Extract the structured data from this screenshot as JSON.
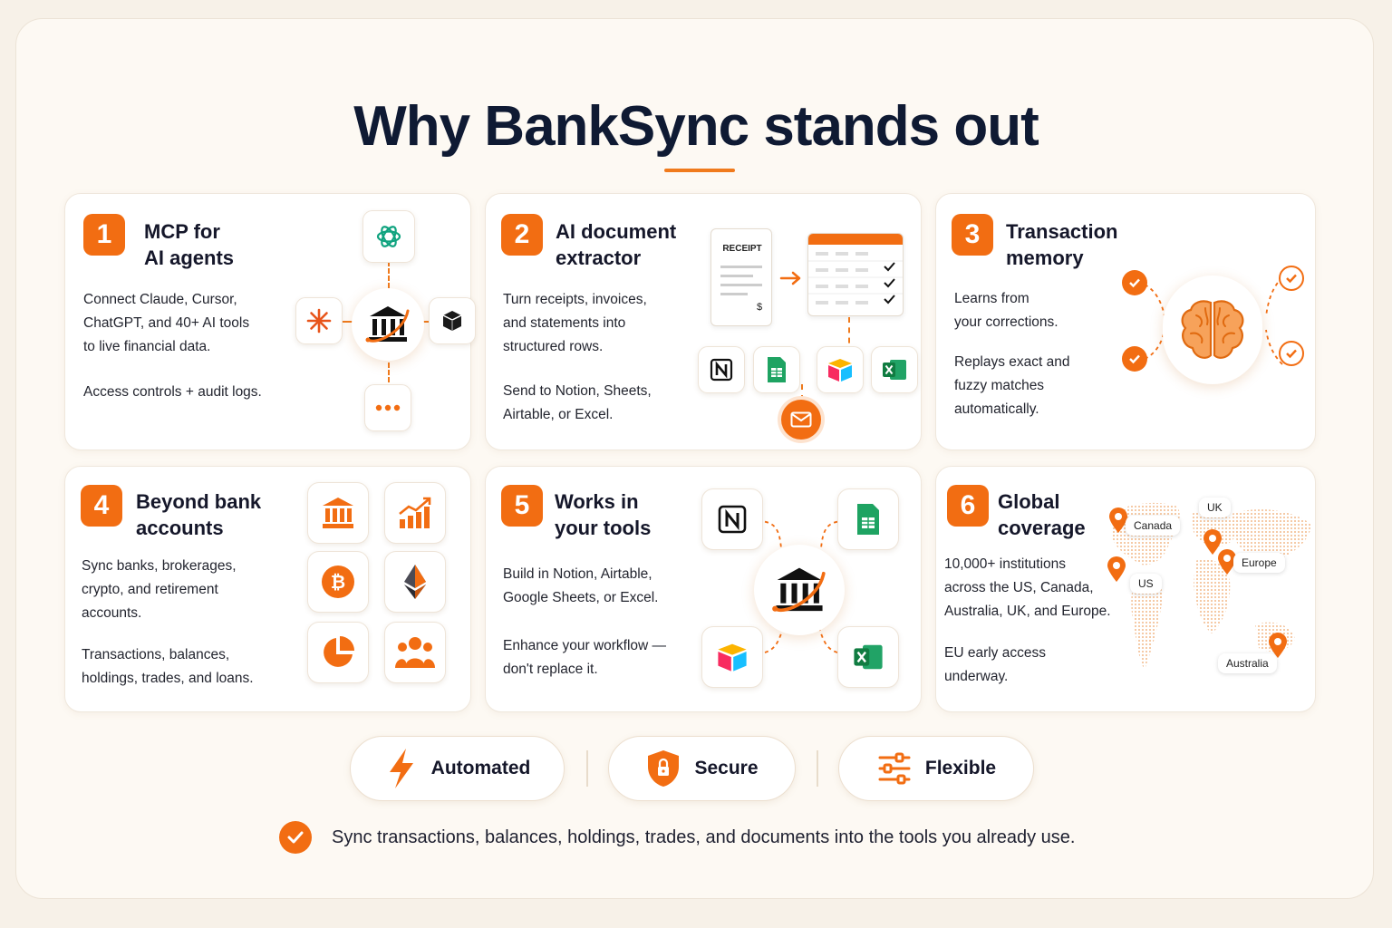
{
  "title": "Why BankSync stands out",
  "cards": [
    {
      "num": "1",
      "title": "MCP for\nAI agents",
      "lines": [
        "Connect Claude, Cursor,",
        "ChatGPT, and 40+ AI tools",
        "to live financial data."
      ],
      "extra": "Access controls + audit logs."
    },
    {
      "num": "2",
      "title": "AI document\nextractor",
      "lines": [
        "Turn receipts, invoices,",
        "and statements into",
        "structured rows."
      ],
      "extra_lines": [
        "Send to Notion, Sheets,",
        "Airtable, or Excel."
      ],
      "receipt_label": "RECEIPT",
      "receipt_amount": "$"
    },
    {
      "num": "3",
      "title": "Transaction\nmemory",
      "lines": [
        "Learns from",
        "your corrections."
      ],
      "extra_lines": [
        "Replays exact and",
        "fuzzy matches",
        "automatically."
      ]
    },
    {
      "num": "4",
      "title": "Beyond bank\naccounts",
      "lines": [
        "Sync banks, brokerages,",
        "crypto, and retirement",
        "accounts."
      ],
      "extra_lines": [
        "Transactions, balances,",
        "holdings, trades, and loans."
      ]
    },
    {
      "num": "5",
      "title": "Works in\nyour tools",
      "lines": [
        "Build in Notion, Airtable,",
        "Google Sheets, or Excel."
      ],
      "extra_lines": [
        "Enhance your workflow —",
        "don't replace it."
      ]
    },
    {
      "num": "6",
      "title": "Global\ncoverage",
      "lines": [
        "10,000+ institutions",
        "across the US, Canada,",
        "Australia, UK, and Europe."
      ],
      "extra_lines": [
        "EU early access",
        "underway."
      ],
      "regions": [
        "Canada",
        "UK",
        "US",
        "Europe",
        "Australia"
      ]
    }
  ],
  "pills": [
    {
      "label": "Automated",
      "icon": "lightning-icon"
    },
    {
      "label": "Secure",
      "icon": "shield-lock-icon"
    },
    {
      "label": "Flexible",
      "icon": "sliders-icon"
    }
  ],
  "footer": "Sync transactions, balances, holdings, trades, and documents into the tools you already use.",
  "colors": {
    "accent": "#f26d12",
    "navy": "#0f1a33",
    "background": "#fdf9f3"
  },
  "icons": {
    "card1": [
      "chatgpt-icon",
      "claude-icon",
      "bank-hub-icon",
      "cursor-icon",
      "more-icon"
    ],
    "card2": [
      "receipt-icon",
      "arrow-right-icon",
      "spreadsheet-icon",
      "notion-icon",
      "sheets-icon",
      "airtable-icon",
      "excel-icon",
      "email-icon"
    ],
    "card3": [
      "brain-icon",
      "check-icon"
    ],
    "card4": [
      "bank-icon",
      "chart-growth-icon",
      "bitcoin-icon",
      "ethereum-icon",
      "pie-chart-icon",
      "people-icon"
    ],
    "card5": [
      "notion-icon",
      "sheets-icon",
      "bank-hub-icon",
      "airtable-icon",
      "excel-icon"
    ],
    "card6": [
      "world-map-icon",
      "map-pin-icon"
    ]
  }
}
